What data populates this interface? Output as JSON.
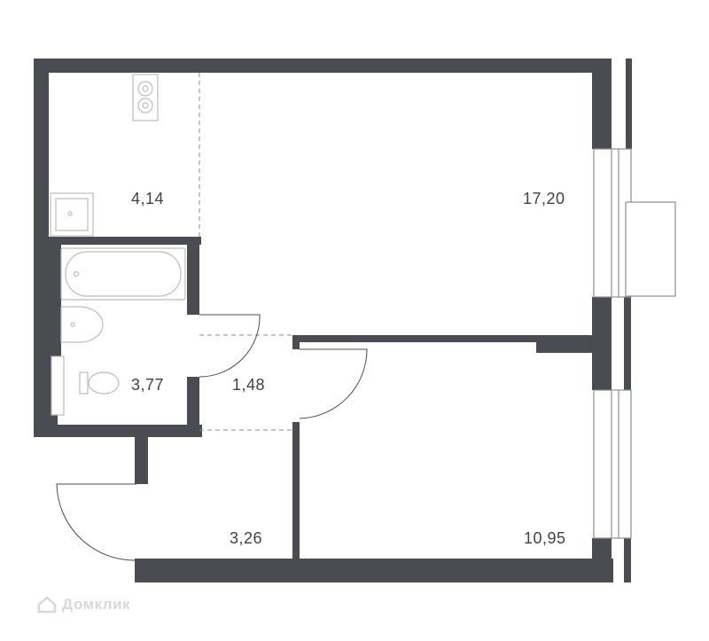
{
  "rooms": [
    {
      "id": "kitchen",
      "area": "4,14"
    },
    {
      "id": "living-room",
      "area": "17,20"
    },
    {
      "id": "bathroom",
      "area": "3,77"
    },
    {
      "id": "corridor",
      "area": "1,48"
    },
    {
      "id": "hallway",
      "area": "3,26"
    },
    {
      "id": "bedroom",
      "area": "10,95"
    }
  ],
  "watermark": "Домклик",
  "colors": {
    "wall": "#4a4c51",
    "fixture": "#b9bcc1",
    "text": "#3f4247",
    "watermark": "#d6d8db"
  }
}
